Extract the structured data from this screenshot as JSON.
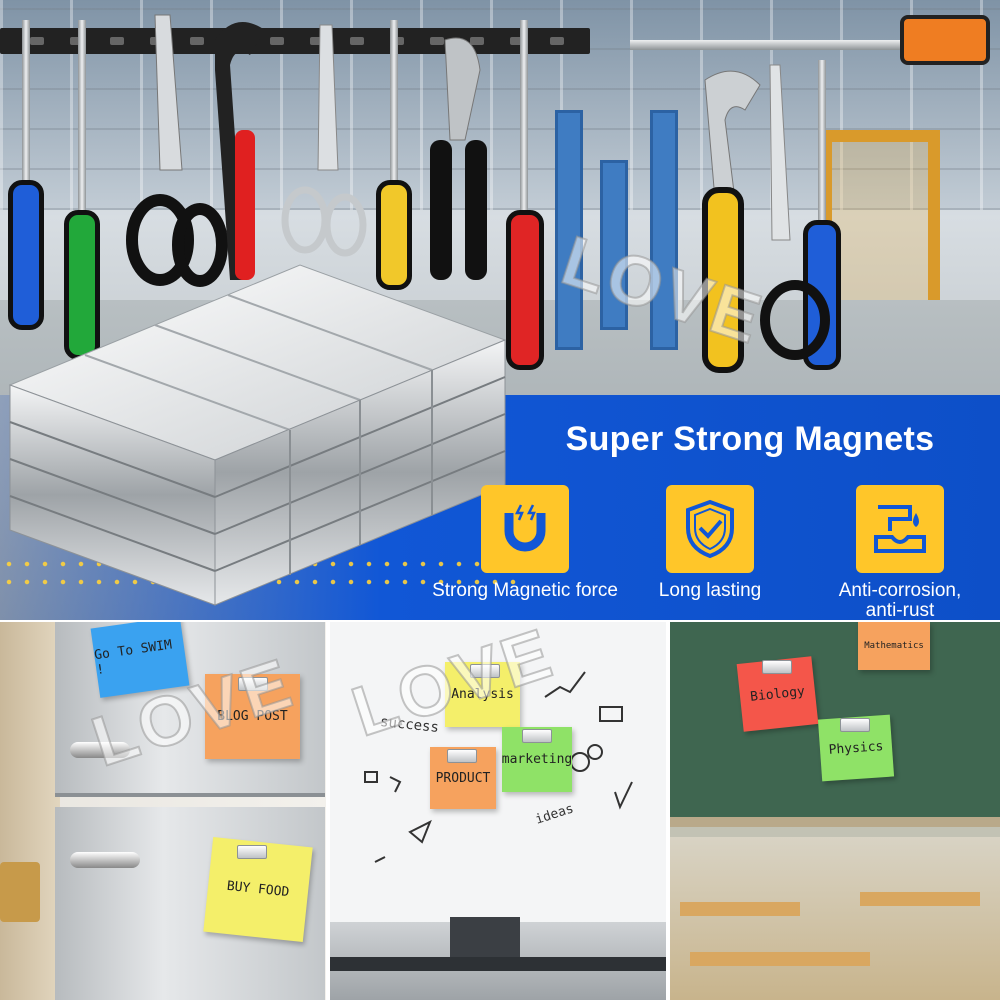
{
  "headline": "Super Strong Magnets",
  "features": [
    {
      "icon": "magnet-icon",
      "label": "Strong Magnetic force"
    },
    {
      "icon": "shield-check-icon",
      "label": "Long lasting"
    },
    {
      "icon": "anti-corrosion-icon",
      "label": "Anti-corrosion, anti-rust"
    }
  ],
  "watermark": "LOVE",
  "fridge_notes": [
    "Go To SWIM !",
    "BLOG POST",
    "BUY FOOD"
  ],
  "whiteboard": {
    "notes": [
      "Analysis",
      "marketing",
      "PRODUCT"
    ],
    "doodles": [
      "success",
      "ideas"
    ]
  },
  "classroom_notes": [
    "Mathematics",
    "Biology",
    "Physics"
  ],
  "colors": {
    "promo_blue": "#1157d6",
    "icon_yellow": "#ffc629",
    "chalkboard": "#3f6650",
    "note_yellow": "#f4ef6a",
    "note_orange": "#f6a25e",
    "note_green": "#8fe267",
    "note_blue": "#3aa2f0",
    "note_red": "#f4564a"
  }
}
